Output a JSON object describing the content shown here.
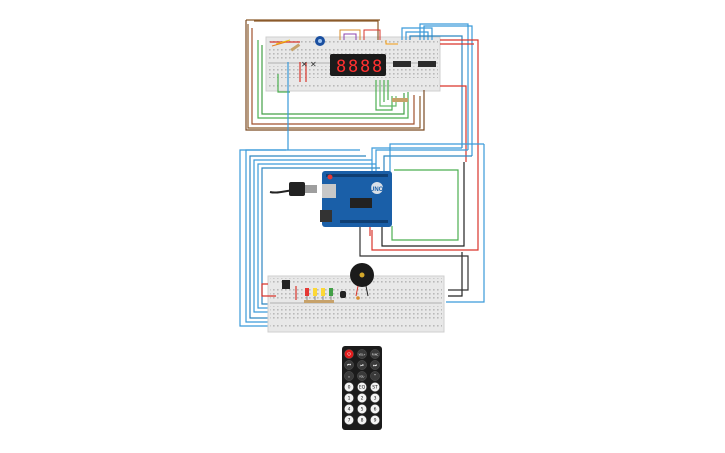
{
  "circuit": {
    "display": {
      "digits": [
        "8",
        "8",
        "8",
        "8"
      ],
      "segment_color": "#ff3030",
      "body_color": "#1b1b1b"
    },
    "arduino": {
      "model_label": "UNO",
      "board_color": "#1a5fa8"
    },
    "remote": {
      "buttons": [
        {
          "id": "power",
          "glyph": "⏻",
          "color": "#e01b1b"
        },
        {
          "id": "vol-plus",
          "glyph": "VOL+"
        },
        {
          "id": "func",
          "glyph": "FUNC"
        },
        {
          "id": "prev",
          "glyph": "⏮"
        },
        {
          "id": "play",
          "glyph": "⏯"
        },
        {
          "id": "next",
          "glyph": "⏭"
        },
        {
          "id": "down",
          "glyph": "⌄"
        },
        {
          "id": "vol-minus",
          "glyph": "VOL-"
        },
        {
          "id": "up",
          "glyph": "⌃"
        },
        {
          "id": "0",
          "glyph": "0"
        },
        {
          "id": "eq",
          "glyph": "EQ"
        },
        {
          "id": "st",
          "glyph": "ST"
        },
        {
          "id": "1",
          "glyph": "1"
        },
        {
          "id": "2",
          "glyph": "2"
        },
        {
          "id": "3",
          "glyph": "3"
        },
        {
          "id": "4",
          "glyph": "4"
        },
        {
          "id": "5",
          "glyph": "5"
        },
        {
          "id": "6",
          "glyph": "6"
        },
        {
          "id": "7",
          "glyph": "7"
        },
        {
          "id": "8",
          "glyph": "8"
        },
        {
          "id": "9",
          "glyph": "9"
        }
      ]
    },
    "leds": [
      {
        "color": "#e53935"
      },
      {
        "color": "#fdd835"
      },
      {
        "color": "#fdd835"
      },
      {
        "color": "#43a047"
      }
    ],
    "wire_colors": {
      "blue": "#3a9ad9",
      "red": "#d9342b",
      "green": "#4caf50",
      "brown": "#8b5a2b",
      "black": "#222222"
    }
  }
}
